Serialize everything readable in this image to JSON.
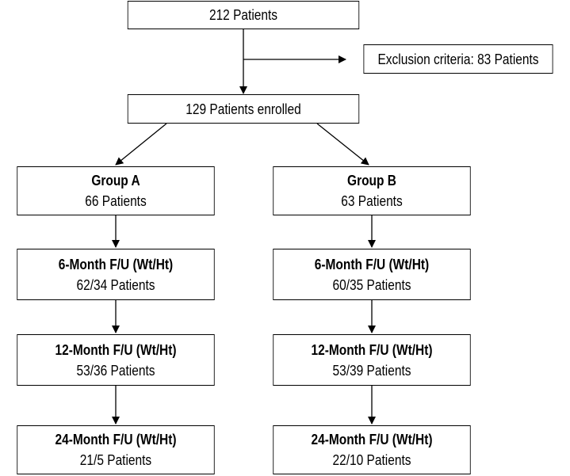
{
  "flowchart": {
    "screened": "212 Patients",
    "exclusion": "Exclusion criteria: 83 Patients",
    "enrolled": "129 Patients enrolled",
    "group_a": {
      "title": "Group A",
      "count": "66 Patients",
      "followups": [
        {
          "title": "6-Month F/U (Wt/Ht)",
          "count": "62/34 Patients"
        },
        {
          "title": "12-Month F/U (Wt/Ht)",
          "count": "53/36 Patients"
        },
        {
          "title": "24-Month F/U (Wt/Ht)",
          "count": "21/5 Patients"
        }
      ]
    },
    "group_b": {
      "title": "Group B",
      "count": "63 Patients",
      "followups": [
        {
          "title": "6-Month F/U (Wt/Ht)",
          "count": "60/35 Patients"
        },
        {
          "title": "12-Month F/U (Wt/Ht)",
          "count": "53/39 Patients"
        },
        {
          "title": "24-Month F/U (Wt/Ht)",
          "count": "22/10 Patients"
        }
      ]
    }
  }
}
